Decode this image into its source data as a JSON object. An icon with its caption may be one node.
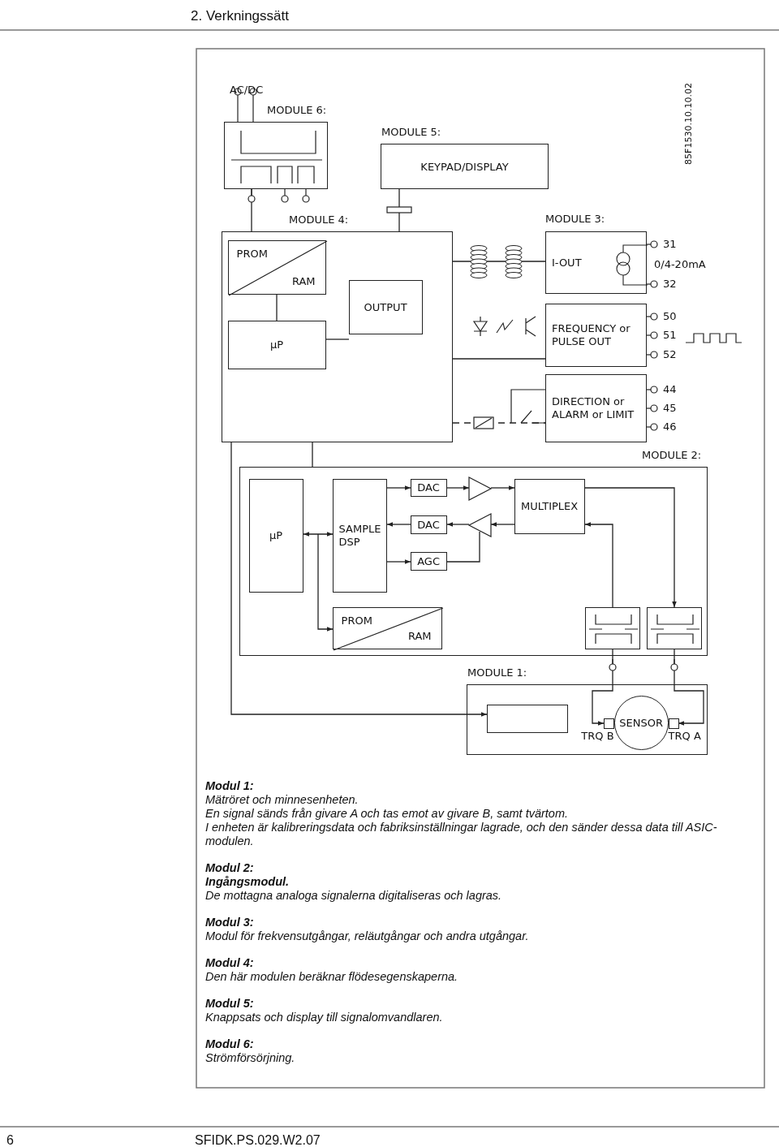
{
  "diagram": {
    "nodes": [
      {
        "text": [
          "MODULE 6:"
        ]
      },
      {
        "text": [
          "MODULE 5:",
          "KEYPAD/DISPLAY"
        ]
      },
      {
        "text": [
          "MODULE 4:"
        ]
      },
      {
        "text": [
          "PROM",
          "RAM"
        ],
        "in": 2
      },
      {
        "text": [
          "OUTPUT"
        ],
        "in": 2
      },
      {
        "text": [
          "μP"
        ],
        "in": 2
      },
      {
        "text": [
          "I-OUT"
        ]
      },
      {
        "text": [
          "FREQUENCY or PULSE OUT"
        ]
      },
      {
        "text": [
          "DIRECTION or ALARM or LIMIT"
        ]
      },
      {
        "text": [
          "MODULE 2:"
        ]
      },
      {
        "text": [
          "μP"
        ],
        "in": 9
      },
      {
        "text": [
          "SAMPLE DSP"
        ],
        "in": 9
      },
      {
        "text": [
          "DAC"
        ],
        "in": 9
      },
      {
        "text": [
          "DAC"
        ],
        "in": 9
      },
      {
        "text": [
          "AGC"
        ],
        "in": 9
      },
      {
        "text": [],
        "shape": "triangle",
        "in": 9
      },
      {
        "text": [],
        "shape": "triangle",
        "in": 9
      },
      {
        "text": [
          "MULTIPLEX"
        ],
        "in": 9
      },
      {
        "text": [
          "PROM",
          "RAM"
        ],
        "in": 9
      },
      {
        "text": [],
        "shape": "box",
        "in": 9
      },
      {
        "text": [],
        "shape": "box",
        "in": 9
      },
      {
        "text": [
          "MODULE 1:"
        ]
      },
      {
        "text": [],
        "shape": "box",
        "in": 21
      },
      {
        "text": [
          "SENSOR"
        ],
        "in": 21
      },
      {
        "text": [
          "TRQ B"
        ],
        "in": 21
      },
      {
        "text": [
          "TRQ A"
        ],
        "in": 21
      }
    ],
    "edges": [
      {
        "from": 0,
        "to": 2,
        "arrow": "none"
      },
      {
        "from": 1,
        "to": 2,
        "arrow": "none"
      },
      {
        "from": 3,
        "to": 5,
        "arrow": "none"
      },
      {
        "from": 5,
        "to": 4,
        "arrow": "none"
      },
      {
        "from": 2,
        "to": 6,
        "arrow": "none"
      },
      {
        "from": 2,
        "to": 7,
        "arrow": "none"
      },
      {
        "from": 2,
        "to": 8,
        "arrow": "none",
        "style": "dashed"
      },
      {
        "from": 2,
        "to": 9,
        "arrow": "none"
      },
      {
        "from": 2,
        "to": 22,
        "arrow": "to"
      },
      {
        "from": 10,
        "to": 11,
        "arrow": "both"
      },
      {
        "from": 10,
        "to": 18,
        "arrow": "to"
      },
      {
        "from": 11,
        "to": 12,
        "arrow": "to"
      },
      {
        "from": 12,
        "to": 15,
        "arrow": "to"
      },
      {
        "from": 15,
        "to": 17,
        "arrow": "to"
      },
      {
        "from": 17,
        "to": 16,
        "arrow": "to"
      },
      {
        "from": 16,
        "to": 13,
        "arrow": "to"
      },
      {
        "from": 13,
        "to": 11,
        "arrow": "to"
      },
      {
        "from": 11,
        "to": 14,
        "arrow": "to"
      },
      {
        "from": 14,
        "to": 16,
        "arrow": "none"
      },
      {
        "from": 17,
        "to": 20,
        "arrow": "to"
      },
      {
        "from": 19,
        "to": 17,
        "arrow": "to"
      },
      {
        "from": 19,
        "to": 24,
        "arrow": "to"
      },
      {
        "from": 20,
        "to": 25,
        "arrow": "to"
      }
    ],
    "labels": [
      "2. Verkningssätt",
      "AC/DC",
      "85F1530.10.10.02",
      "MODULE 3:",
      "31",
      "0/4-20mA",
      "32",
      "50",
      "51",
      "52",
      "44",
      "45",
      "46",
      "Modul 1:",
      "Mätröret och minnesenheten.",
      "En signal sänds från givare A och tas emot av givare B, samt tvärtom.",
      "I enheten är kalibreringsdata och fabriksinställningar lagrade, och den sänder dessa data till ASIC-modulen.",
      "Modul 2:",
      "Ingångsmodul.",
      "De mottagna analoga signalerna digitaliseras och lagras.",
      "Modul 3:",
      "Modul för frekvensutgångar, reläutgångar och andra utgångar.",
      "Modul 4:",
      "Den här modulen beräknar flödesegenskaperna.",
      "Modul 5:",
      "Knappsats och display till signalomvandlaren.",
      "Modul 6:",
      "Strömförsörjning.",
      "6",
      "SFIDK.PS.029.W2.07"
    ]
  }
}
